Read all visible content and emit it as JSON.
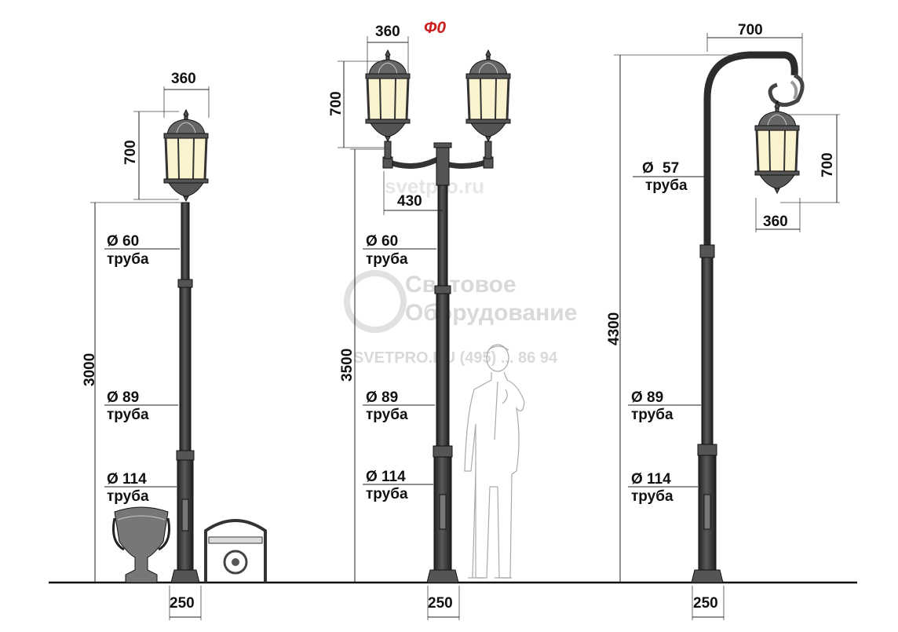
{
  "title": "Ф0",
  "watermark": {
    "line1": "Световое",
    "line2": "Оборудование",
    "phone": "SVETPRO.RU  (495) ... 86 94",
    "site": "svetpro.ru",
    "small": "tp"
  },
  "pole1": {
    "width_top": "360",
    "height_lamp": "700",
    "height_pole": "3000",
    "base": "250",
    "pipes": [
      {
        "dia": "60",
        "label": "труба"
      },
      {
        "dia": "89",
        "label": "труба"
      },
      {
        "dia": "114",
        "label": "труба"
      }
    ]
  },
  "pole2": {
    "width_top": "360",
    "height_lamp": "700",
    "arm": "430",
    "height_pole": "3500",
    "base": "250",
    "pipes": [
      {
        "dia": "60",
        "label": "труба"
      },
      {
        "dia": "89",
        "label": "труба"
      },
      {
        "dia": "114",
        "label": "труба"
      }
    ]
  },
  "pole3": {
    "width_top": "700",
    "height_lamp": "700",
    "width_lamp": "360",
    "height_pole": "4300",
    "base": "250",
    "pipes": [
      {
        "dia": "57",
        "label": "труба"
      },
      {
        "dia": "89",
        "label": "труба"
      },
      {
        "dia": "114",
        "label": "труба"
      }
    ]
  },
  "diameter_symbol": "Ø"
}
